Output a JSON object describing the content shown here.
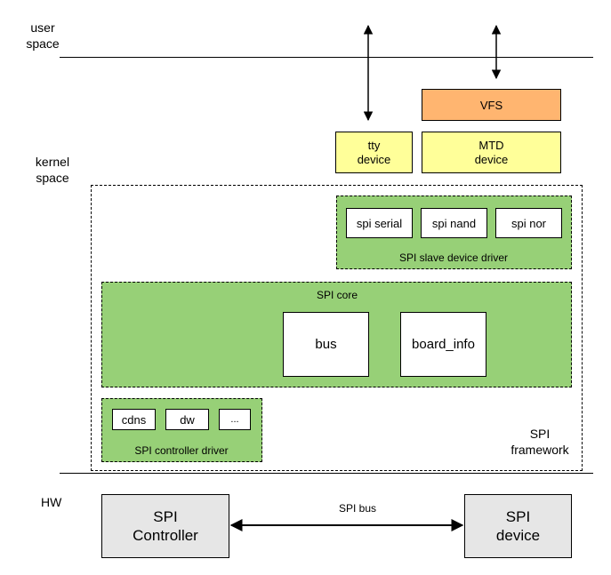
{
  "colors": {
    "green": "#97d077",
    "yellow": "#ffff99",
    "orange": "#ffb570",
    "gray": "#e6e6e6",
    "line": "#000000"
  },
  "zones": {
    "user_space": [
      "user",
      "space"
    ],
    "kernel_space": [
      "kernel",
      "space"
    ],
    "hw": "HW"
  },
  "top_devices": {
    "vfs": "VFS",
    "tty": [
      "tty",
      "device"
    ],
    "mtd": [
      "MTD",
      "device"
    ]
  },
  "slave_driver": {
    "label": "SPI slave device driver",
    "items": [
      "spi serial",
      "spi nand",
      "spi nor"
    ]
  },
  "core": {
    "label": "SPI core",
    "bus": "bus",
    "board_info": "board_info"
  },
  "controller_driver": {
    "label": "SPI controller driver",
    "items": [
      "cdns",
      "dw",
      "..."
    ]
  },
  "framework": [
    "SPI",
    "framework"
  ],
  "hardware": {
    "controller": [
      "SPI",
      "Controller"
    ],
    "device": [
      "SPI",
      "device"
    ],
    "bus_label": "SPI bus"
  }
}
